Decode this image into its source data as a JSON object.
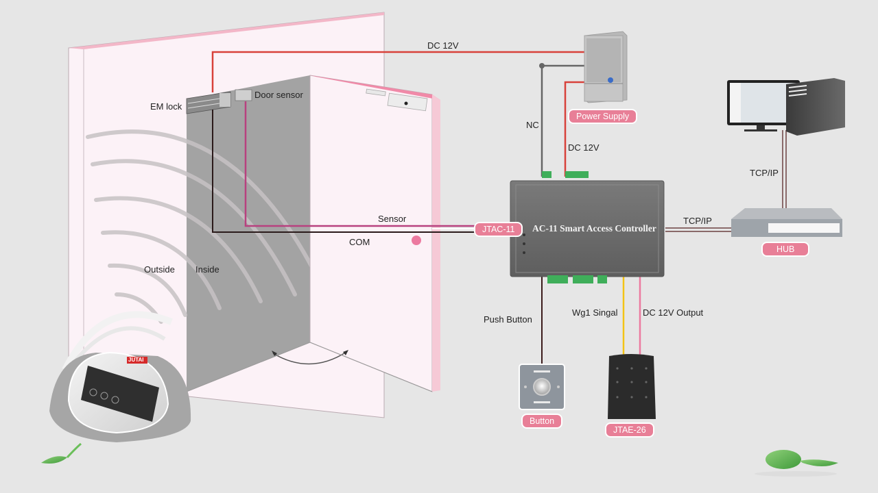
{
  "diagram": {
    "title": "AC-11 Smart Access Controller wiring diagram",
    "colors": {
      "background": "#e6e6e6",
      "wall": "#fcf2f7",
      "wall_edge": "#f3b7c8",
      "door_shadow": "#a3a3a3",
      "power_wire": "#d8413a",
      "sensor_wire": "#b8417f",
      "com_wire": "#2a1a1a",
      "signal_wire": "#f3c315",
      "output_wire": "#ec7aa0",
      "tag_fill": "#e87f97",
      "controller": "#6f6f6f",
      "terminal": "#3fae5a"
    },
    "door": {
      "em_lock": "EM lock",
      "door_sensor": "Door sensor",
      "outside": "Outside",
      "inside": "Inside",
      "sensor": "Sensor",
      "com": "COM"
    },
    "power_supply": {
      "tag": "Power Supply",
      "top_wire": "DC 12V",
      "nc_wire": "NC",
      "dc_wire": "DC 12V"
    },
    "controller": {
      "tag": "JTAC-11",
      "name": "AC-11 Smart Access Controller"
    },
    "network": {
      "link_hub": "TCP/IP",
      "link_pc": "TCP/IP",
      "hub_tag": "HUB"
    },
    "peripherals": {
      "push_wire": "Push Button",
      "button_tag": "Button",
      "wg_wire": "Wg1 Singal",
      "output_wire": "DC 12V Output",
      "reader_tag": "JTAE-26"
    },
    "device": {
      "brand": "JUTAI"
    }
  }
}
